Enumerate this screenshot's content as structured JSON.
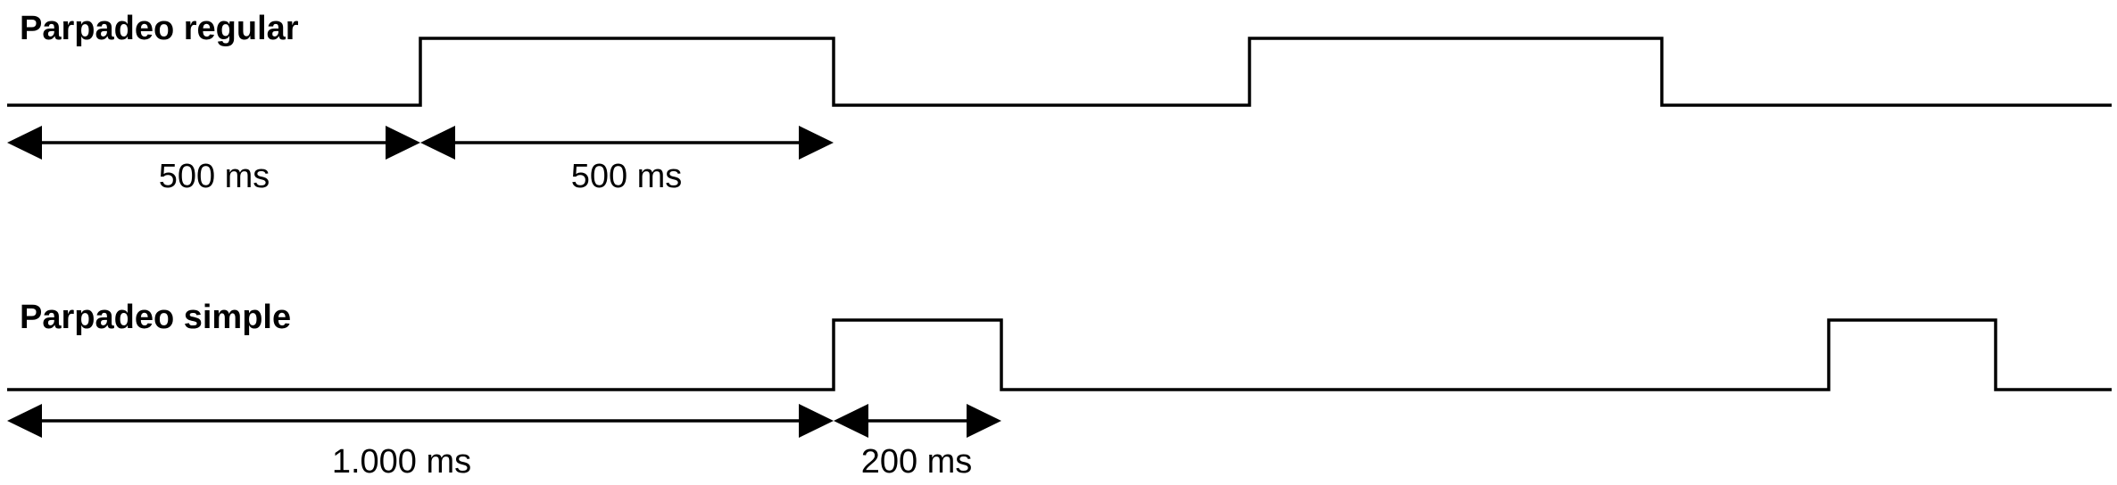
{
  "diagram": {
    "regular": {
      "title": "Parpadeo regular",
      "dim_first": "500 ms",
      "dim_second": "500 ms"
    },
    "simple": {
      "title": "Parpadeo simple",
      "dim_first": "1.000 ms",
      "dim_second": "200 ms"
    },
    "colors": {
      "line": "#000000",
      "background": "#ffffff"
    }
  }
}
